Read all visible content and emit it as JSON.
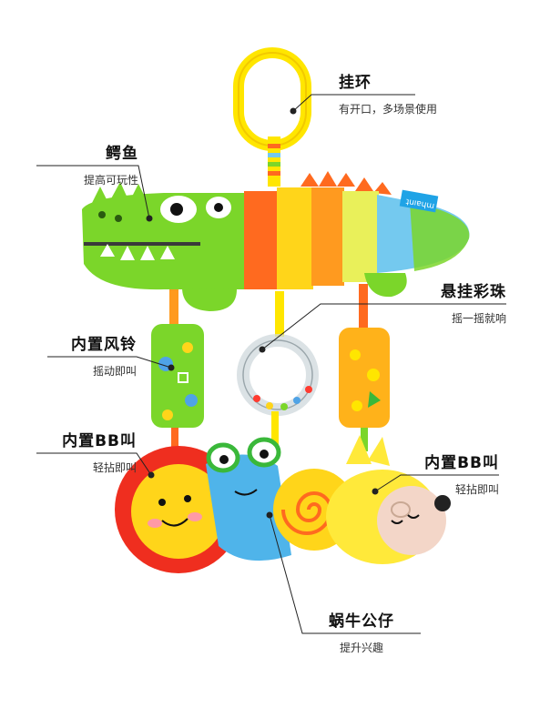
{
  "callouts": {
    "ring": {
      "title": "挂环",
      "desc": "有开口，多场景使用"
    },
    "crocodile": {
      "title": "鳄鱼",
      "desc": "提高可玩性"
    },
    "beads": {
      "title": "悬挂彩珠",
      "desc": "摇一摇就响"
    },
    "bell": {
      "title": "内置风铃",
      "desc": "摇动即叫"
    },
    "bb_left": {
      "title": "内置BB叫",
      "desc": "轻拈即叫"
    },
    "bb_right": {
      "title": "内置BB叫",
      "desc": "轻拈即叫"
    },
    "snail": {
      "title": "蜗牛公仔",
      "desc": "提升兴趣"
    }
  },
  "toy": {
    "tag_text": "ʇuıɐɥɯ"
  },
  "colors": {
    "ring": "#ffe600",
    "croc_green": "#7bd62a",
    "croc_orange": "#ff6a1f",
    "croc_yellow": "#ffd51a",
    "croc_blue": "#74c9ef",
    "sun_red": "#ef2e1f",
    "snail_blue": "#4fb4ea",
    "hedgehog_yellow": "#ffe93a",
    "line": "#222222"
  }
}
